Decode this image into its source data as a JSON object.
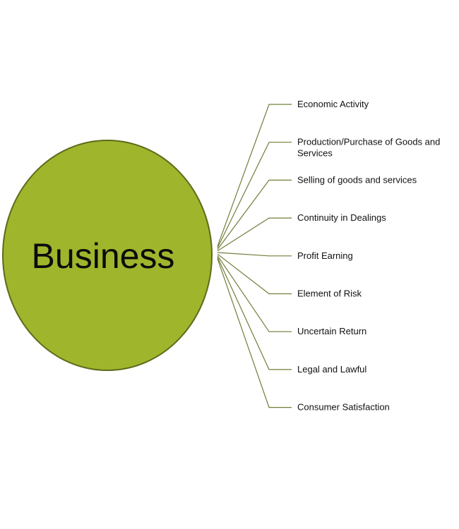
{
  "diagram": {
    "center": {
      "label": "Business",
      "fill_color": "#9fb52c",
      "stroke_color": "#5e6b1a"
    },
    "line_color": "#6f7f3a",
    "branches": [
      {
        "lines": [
          "Economic Activity"
        ]
      },
      {
        "lines": [
          "Production/Purchase of Goods and",
          "Services"
        ]
      },
      {
        "lines": [
          "Selling of goods and services"
        ]
      },
      {
        "lines": [
          "Continuity in Dealings"
        ]
      },
      {
        "lines": [
          "Profit Earning"
        ]
      },
      {
        "lines": [
          "Element of Risk"
        ]
      },
      {
        "lines": [
          "Uncertain Return"
        ]
      },
      {
        "lines": [
          "Legal and Lawful"
        ]
      },
      {
        "lines": [
          "Consumer Satisfaction"
        ]
      }
    ]
  }
}
